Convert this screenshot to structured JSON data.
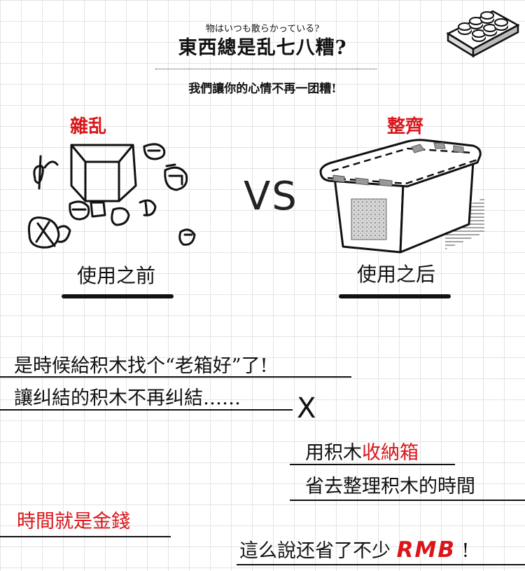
{
  "header": {
    "sup": "物はいつも散らかっている?",
    "title": "東西總是乱七八糟?",
    "subtitle": "我們讓你的心情不再一团糟!"
  },
  "compare": {
    "left_label": "雜乱",
    "right_label": "整齊",
    "vs": "VS",
    "left_caption": "使用之前",
    "right_caption": "使用之后"
  },
  "body": {
    "line1": "是時候給积木找个“老箱好”了!",
    "line2": "讓纠結的积木不再纠結……",
    "x": "X",
    "line3_a": "用积木",
    "line3_b": "收納箱",
    "line4": "省去整理积木的時間",
    "line5": "時間就是金錢",
    "line6_a": "這么說还省了不少",
    "line6_rmb": "RMB",
    "line6_b": "!"
  },
  "colors": {
    "accent": "#d9161a",
    "ink": "#111111",
    "grid": "#e4e4e4"
  },
  "icons": [
    "lego-brick-icon",
    "messy-blocks-icon",
    "storage-box-icon"
  ]
}
